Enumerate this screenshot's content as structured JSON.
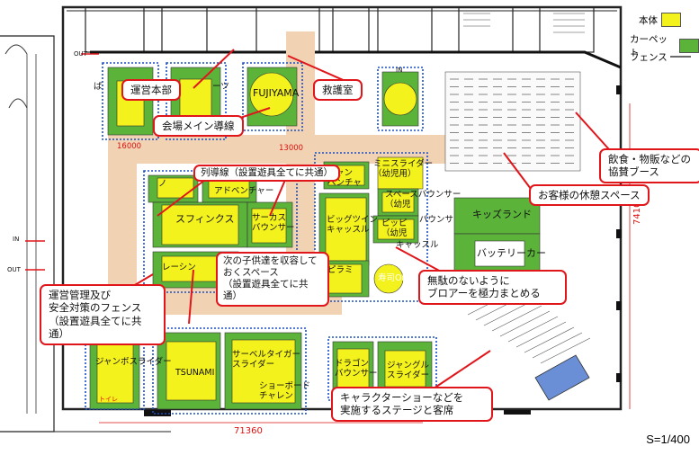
{
  "legend": {
    "main_body": {
      "label": "本体",
      "color": "#f4f21c"
    },
    "carpet": {
      "label": "カーペット",
      "color": "#5bb33a"
    },
    "fence": {
      "label": "フェンス"
    }
  },
  "callouts": {
    "hq": "運営本部",
    "rescue": "救護室",
    "main_route": "会場メイン導線",
    "queue_line": "列導線（設置遊具全てに共通）",
    "waiting_space": [
      "次の子供達を収容して",
      "おくスペース",
      "（設置遊具全てに共通）"
    ],
    "safety_fence": [
      "運営管理及び",
      "安全対策のフェンス",
      "（設置遊具全てに共通）"
    ],
    "blower": [
      "無駄のないように",
      "ブロアーを極力まとめる"
    ],
    "food_booth": [
      "飲食・物販などの",
      "協賛ブース"
    ],
    "rest_space": "お客様の休憩スペース",
    "stage": [
      "キャラクターショーなどを",
      "実施するステージと客席"
    ]
  },
  "attractions": {
    "fujiyama": "FUJIYAMA",
    "sphinx": "スフィンクス",
    "circus": [
      "サーカス",
      "バウンサー"
    ],
    "adventure": "アドベンチャー",
    "race": "レーシン",
    "mini_slider": [
      "ミニスライダー",
      "（幼児用）"
    ],
    "jungle_bench": [
      "ジャン",
      "ベンチャ"
    ],
    "space_bouncer": [
      "スペースバウンサー",
      "（幼児"
    ],
    "big_twin": [
      "ビッグツイン",
      "キャッスル"
    ],
    "piyo": [
      "ピッピ",
      "（幼児"
    ],
    "castle": "キャッスル",
    "bouncer_small": "バウンサ",
    "pyramid": [
      "ピラミ"
    ],
    "sushi": "寿司OK",
    "kids_land": "キッズランド",
    "battery": "バッテリーカー",
    "jumbo": "ジャンボスライダー",
    "tsunami": "TSUNAMI",
    "marvel": [
      "サーベル",
      "スライダー"
    ],
    "tiger": "タイガー",
    "show_challenge": [
      "ショーボード",
      "チャレン"
    ],
    "dragon": [
      "ドラゴン",
      "バウンサー"
    ],
    "jungle_slider": [
      "ジャングル",
      "スライダー"
    ],
    "ba": "ば",
    "sports": "ーツ",
    "no": "ノ",
    "ra": "ラ"
  },
  "signs": {
    "in_top": "IN",
    "out_top": "OUT",
    "in_left": "IN",
    "out_left": "OUT",
    "toilet": "トイレ"
  },
  "dimensions": {
    "width": "71360",
    "height": "74100",
    "small_a": "16000",
    "small_b": "13000"
  },
  "scale": "S=1/400"
}
